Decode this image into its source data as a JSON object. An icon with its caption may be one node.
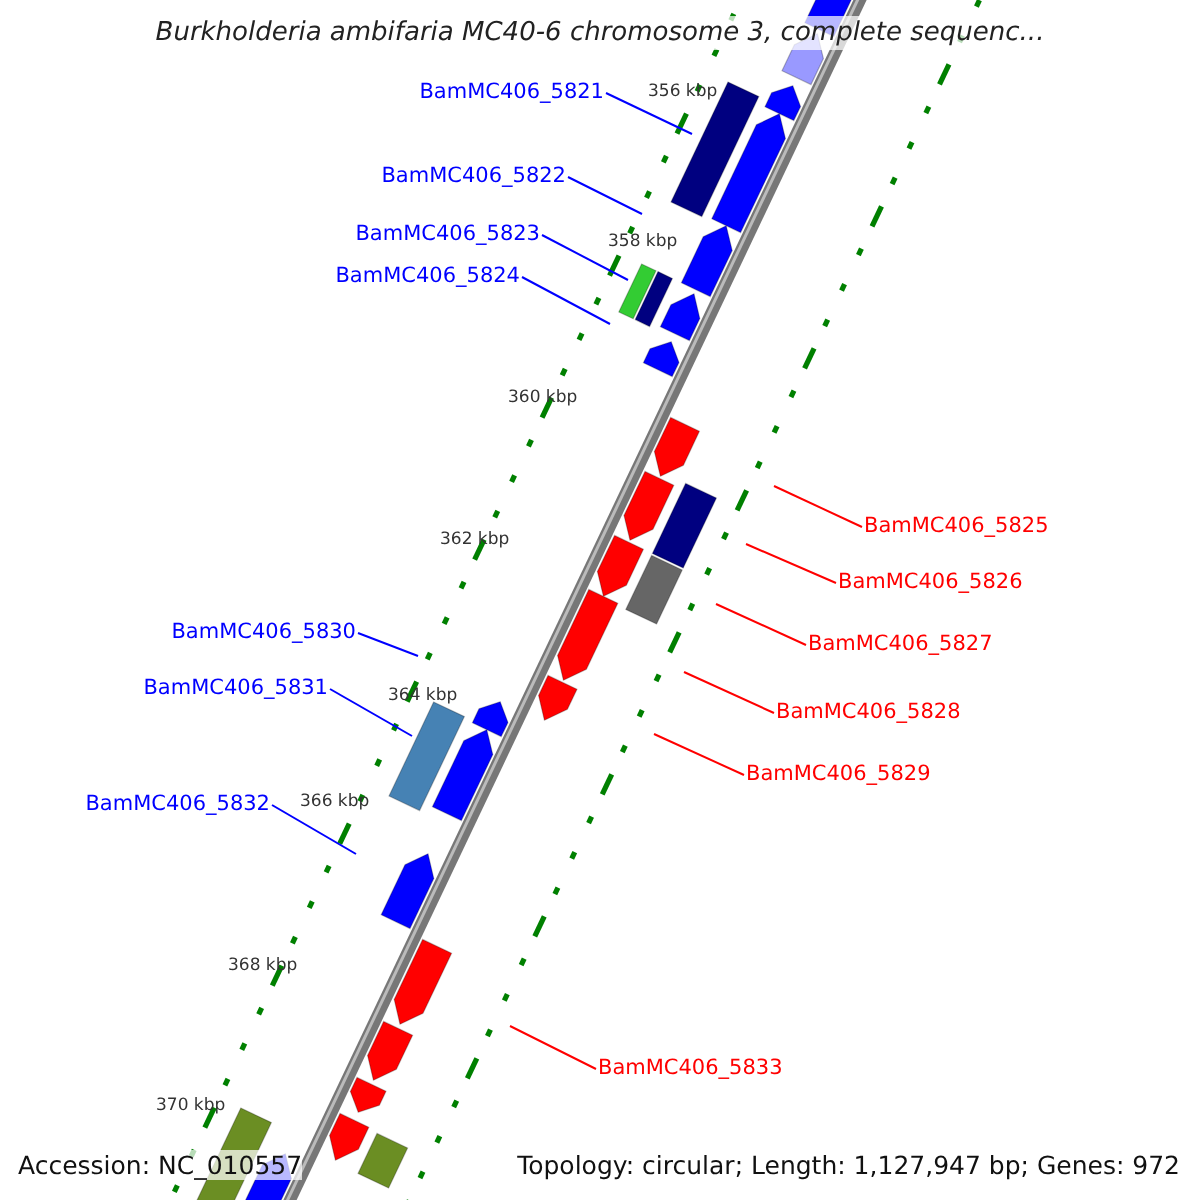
{
  "diagram": {
    "title": "Burkholderia ambifaria MC40-6 chromosome 3, complete sequenc...",
    "nodes": [
      {
        "text": [
          "BamMC406_5821"
        ]
      },
      {
        "text": [
          "BamMC406_5822"
        ]
      },
      {
        "text": [
          "BamMC406_5823"
        ]
      },
      {
        "text": [
          "BamMC406_5824"
        ]
      },
      {
        "text": [
          "BamMC406_5825"
        ]
      },
      {
        "text": [
          "BamMC406_5826"
        ]
      },
      {
        "text": [
          "BamMC406_5827"
        ]
      },
      {
        "text": [
          "BamMC406_5828"
        ]
      },
      {
        "text": [
          "BamMC406_5829"
        ]
      },
      {
        "text": [
          "BamMC406_5830"
        ]
      },
      {
        "text": [
          "BamMC406_5831"
        ]
      },
      {
        "text": [
          "BamMC406_5832"
        ]
      },
      {
        "text": [
          "BamMC406_5833"
        ]
      }
    ],
    "edges": [
      {
        "from": 0,
        "to": null,
        "arrow": "none"
      },
      {
        "from": 1,
        "to": null,
        "arrow": "none"
      },
      {
        "from": 2,
        "to": null,
        "arrow": "none"
      },
      {
        "from": 3,
        "to": null,
        "arrow": "none"
      },
      {
        "from": 4,
        "to": null,
        "arrow": "none",
        "color": "#ff0000"
      },
      {
        "from": 5,
        "to": null,
        "arrow": "none",
        "color": "#ff0000"
      },
      {
        "from": 6,
        "to": null,
        "arrow": "none",
        "color": "#ff0000"
      },
      {
        "from": 7,
        "to": null,
        "arrow": "none",
        "color": "#ff0000"
      },
      {
        "from": 8,
        "to": null,
        "arrow": "none",
        "color": "#ff0000"
      },
      {
        "from": 9,
        "to": null,
        "arrow": "none"
      },
      {
        "from": 10,
        "to": null,
        "arrow": "none"
      },
      {
        "from": 11,
        "to": null,
        "arrow": "none"
      },
      {
        "from": 12,
        "to": null,
        "arrow": "none",
        "color": "#ff0000"
      }
    ],
    "labels": [
      "356 kbp",
      "358 kbp",
      "360 kbp",
      "362 kbp",
      "364 kbp",
      "366 kbp",
      "368 kbp",
      "370 kbp",
      "Accession: NC_010557",
      "Topology: circular; Length: 1,127,947 bp; Genes: 972"
    ]
  }
}
